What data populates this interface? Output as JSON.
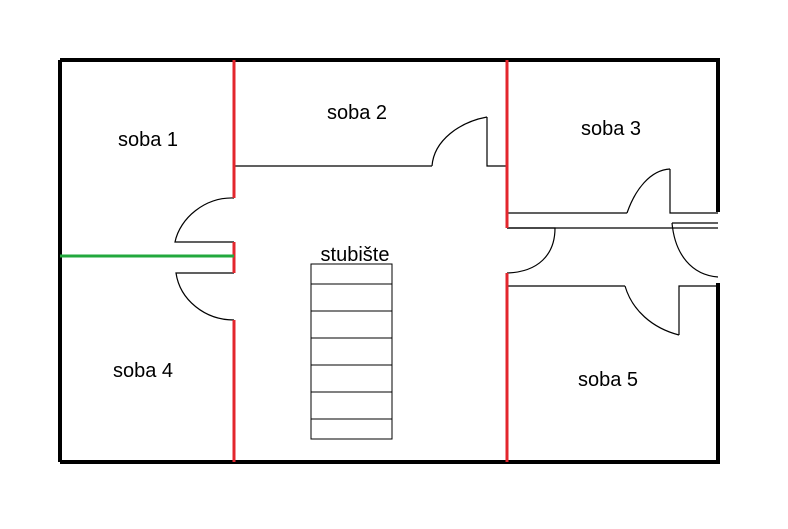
{
  "rooms": {
    "room_1": "soba 1",
    "room_2": "soba 2",
    "room_3": "soba 3",
    "room_4": "soba 4",
    "room_5": "soba 5",
    "staircase": "stubište"
  },
  "colors": {
    "outer_wall": "#000000",
    "inner_wall": "#000000",
    "partition_red": "#e3262d",
    "partition_green": "#22a83d",
    "background": "#ffffff"
  },
  "stairs": {
    "step_count": 7
  }
}
